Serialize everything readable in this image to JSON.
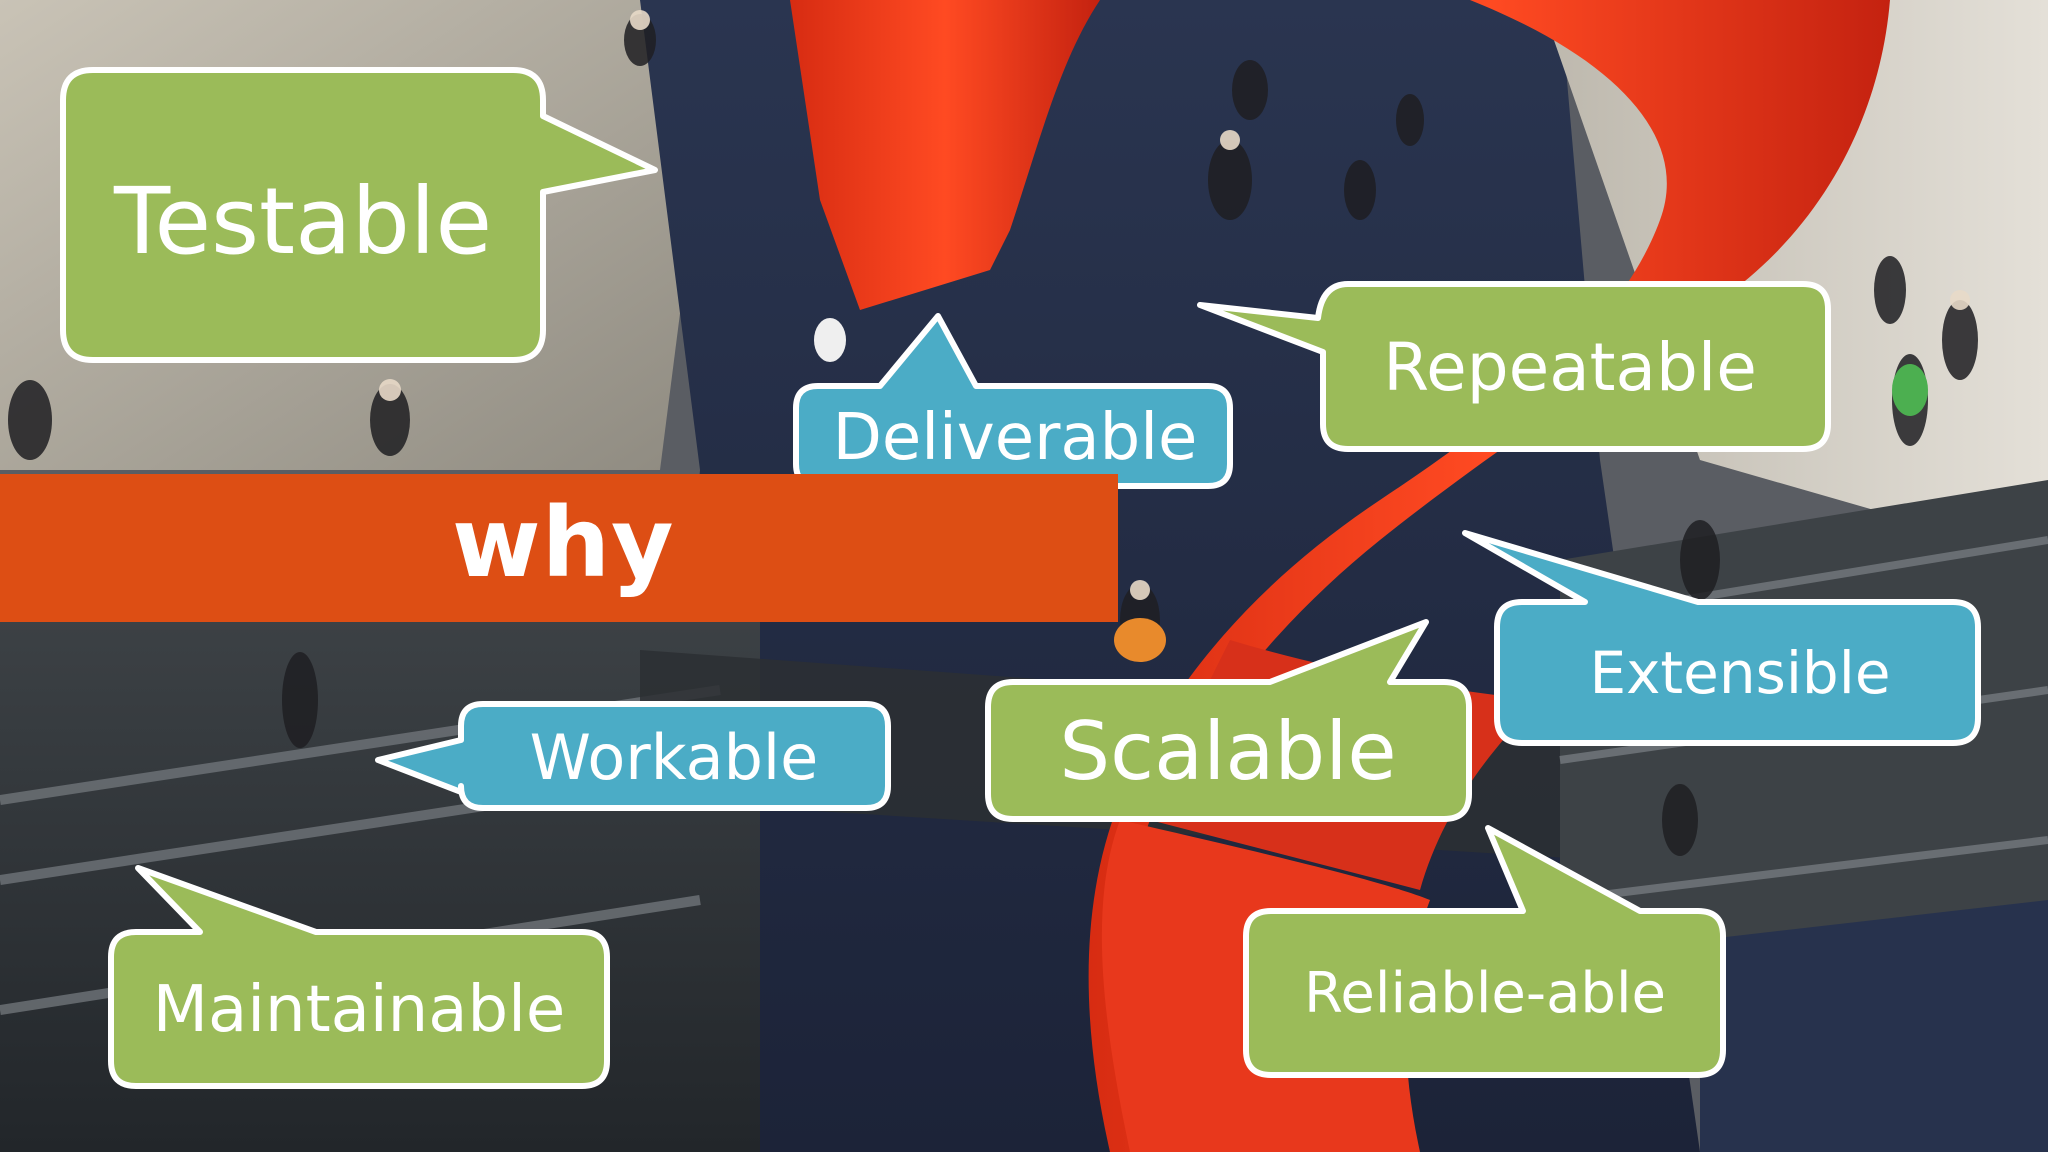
{
  "slide": {
    "banner": "why",
    "bubbles": [
      {
        "id": "testable",
        "text": "Testable",
        "color": "#9bbb59"
      },
      {
        "id": "deliverable",
        "text": "Deliverable",
        "color": "#4bacc6"
      },
      {
        "id": "repeatable",
        "text": "Repeatable",
        "color": "#9bbb59"
      },
      {
        "id": "extensible",
        "text": "Extensible",
        "color": "#4bacc6"
      },
      {
        "id": "workable",
        "text": "Workable",
        "color": "#4bacc6"
      },
      {
        "id": "scalable",
        "text": "Scalable",
        "color": "#9bbb59"
      },
      {
        "id": "maintainable",
        "text": "Maintainable",
        "color": "#9bbb59"
      },
      {
        "id": "reliable-able",
        "text": "Reliable-able",
        "color": "#9bbb59"
      }
    ]
  },
  "colors": {
    "banner": "#dd4e14",
    "green_bubble": "#9bbb59",
    "blue_bubble": "#4bacc6",
    "sculpture_red": "#e8381c"
  }
}
